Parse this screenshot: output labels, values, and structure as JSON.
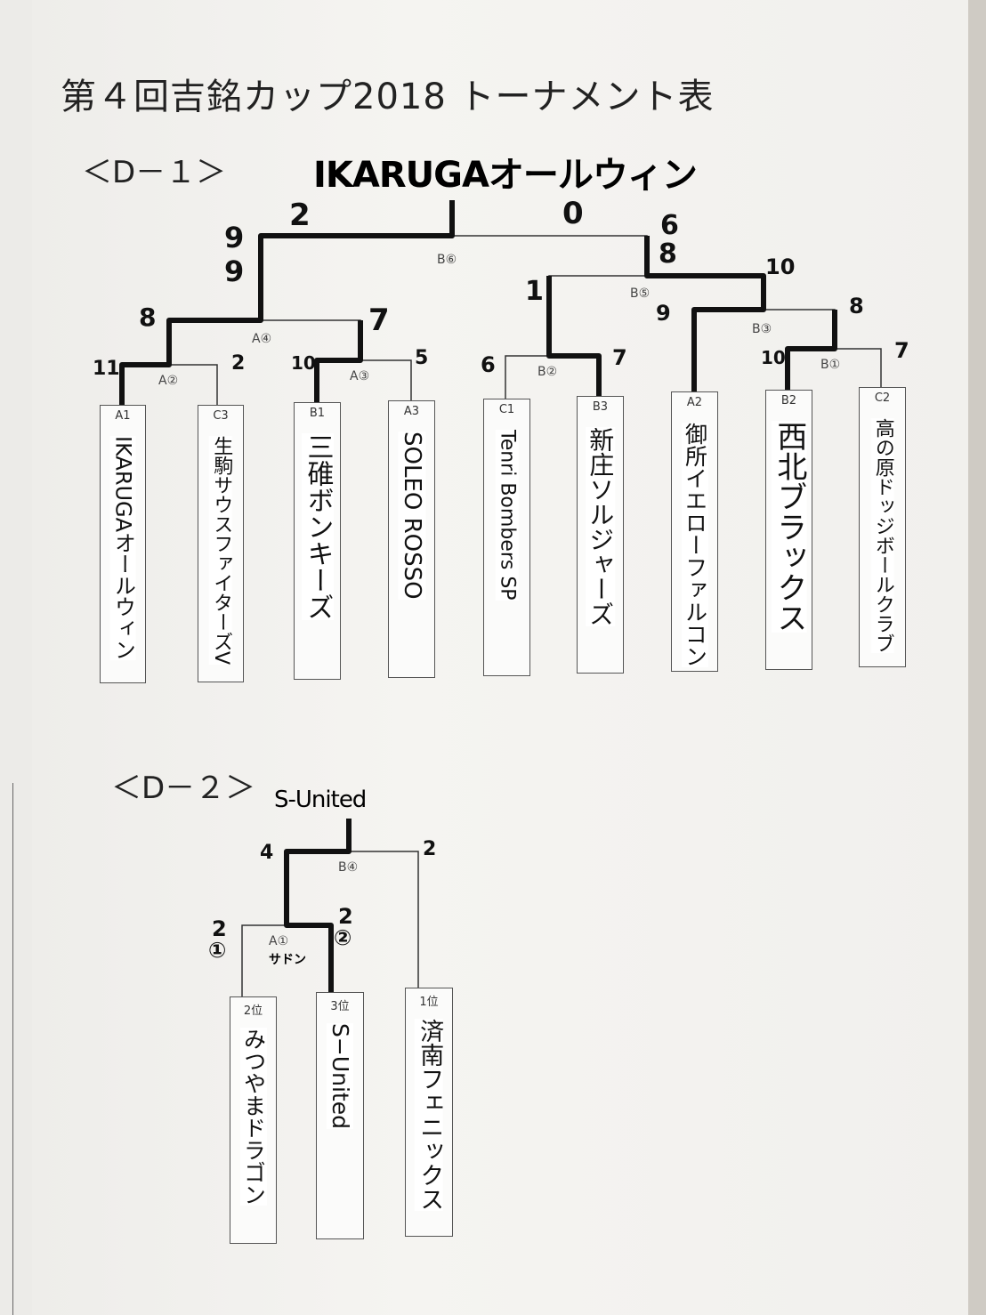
{
  "title": "第４回吉銘カップ2018 トーナメント表",
  "d1": {
    "label": "＜D－１＞",
    "champion": "IKARUGAオールウィン",
    "teams": [
      {
        "seed": "A1",
        "name": "IKARUGAオールウィン"
      },
      {
        "seed": "C3",
        "name": "生駒サウスファイターズV"
      },
      {
        "seed": "B1",
        "name": "三碓ボンキーズ"
      },
      {
        "seed": "A3",
        "name": "SOLEO ROSSO"
      },
      {
        "seed": "C1",
        "name": "Tenri Bombers SP"
      },
      {
        "seed": "B3",
        "name": "新庄ソルジャーズ"
      },
      {
        "seed": "A2",
        "name": "御所イエローファルコン"
      },
      {
        "seed": "B2",
        "name": "西北ブラックス"
      },
      {
        "seed": "C2",
        "name": "高の原ドッジボールクラブ"
      }
    ],
    "matches": [
      {
        "label": "A②",
        "scores": [
          "11",
          "2"
        ]
      },
      {
        "label": "A③",
        "scores": [
          "10",
          "5"
        ]
      },
      {
        "label": "B②",
        "scores": [
          "6",
          "7"
        ]
      },
      {
        "label": "B①",
        "scores": [
          "10",
          "7"
        ]
      },
      {
        "label": "A④",
        "scores": [
          "8",
          "7"
        ]
      },
      {
        "label": "B③",
        "scores": [
          "9",
          "8"
        ]
      },
      {
        "label": "B⑤",
        "scores": [
          "1",
          "10"
        ]
      },
      {
        "label": "B⑥",
        "scores": [
          "9",
          "9",
          "2",
          "6",
          "8",
          "0"
        ]
      }
    ],
    "line_color": "#111111"
  },
  "d2": {
    "label": "＜D－２＞",
    "champion": "S-United",
    "teams": [
      {
        "seed": "2位",
        "name": "みつやまドラゴン"
      },
      {
        "seed": "3位",
        "name": "S−United"
      },
      {
        "seed": "1位",
        "name": "済南フェニックス"
      }
    ],
    "matches": [
      {
        "label": "A①",
        "note": "サドン",
        "scores": [
          "2",
          "①",
          "2",
          "②"
        ]
      },
      {
        "label": "B④",
        "scores": [
          "4",
          "2"
        ]
      }
    ]
  }
}
